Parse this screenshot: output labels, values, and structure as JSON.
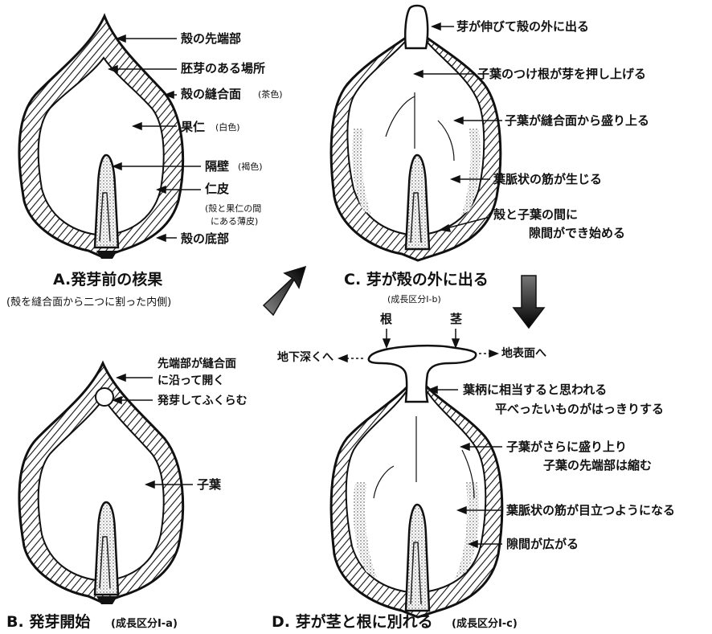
{
  "panelA": {
    "labels": {
      "tip": "殻の先端部",
      "embryo": "胚芽のある場所",
      "suture": "殻の縫合面",
      "suture_note": "(茶色)",
      "kernel": "果仁",
      "kernel_note": "(白色)",
      "septum": "隔壁",
      "septum_note": "(褐色)",
      "testa": "仁皮",
      "testa_note_1": "(殻と果仁の間",
      "testa_note_2": "にある薄皮)",
      "base": "殻の底部"
    },
    "caption": "A.発芽前の核果",
    "caption_sub": "(殻を縫合面から二つに割った内側)"
  },
  "panelB": {
    "labels": {
      "opens_1": "先端部が縫合面",
      "opens_2": "に沿って開く",
      "swell": "発芽してふくらむ",
      "cotyledon": "子葉"
    },
    "caption": "B. 発芽開始",
    "caption_stage": "(成長区分Ⅰ-a)"
  },
  "panelC": {
    "labels": {
      "bud_out": "芽が伸びて殻の外に出る",
      "push": "子葉のつけ根が芽を押し上げる",
      "bulge": "子葉が縫合面から盛り上る",
      "veins": "葉脈状の筋が生じる",
      "gap_1": "殻と子葉の間に",
      "gap_2": "隙間ができ始める"
    },
    "caption": "C. 芽が殻の外に出る",
    "caption_stage": "(成長区分Ⅰ-b)"
  },
  "panelD": {
    "labels": {
      "root": "根",
      "stem": "茎",
      "deep": "地下深くへ",
      "surface": "地表面へ",
      "petiole_1": "葉柄に相当すると思われる",
      "petiole_2": "平べったいものがはっきりする",
      "rise_1": "子葉がさらに盛り上り",
      "rise_2": "子葉の先端部は縮む",
      "veins": "葉脈状の筋が目立つようになる",
      "gap": "隙間が広がる"
    },
    "caption": "D. 芽が茎と根に別れる",
    "caption_stage": "(成長区分Ⅰ-c)"
  },
  "arrows": {
    "a_to_c": "diagonal-arrow",
    "c_to_d": "down-arrow"
  }
}
